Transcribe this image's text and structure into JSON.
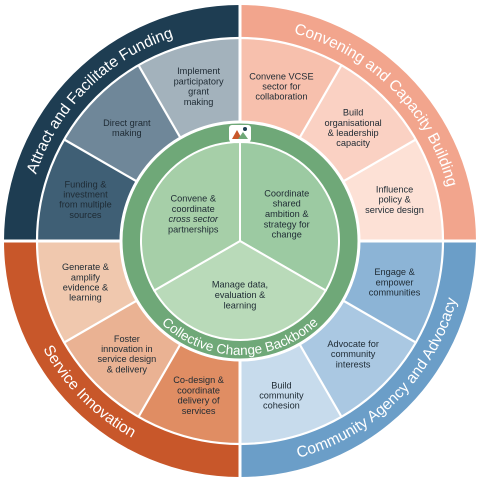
{
  "quadrants": [
    {
      "title": "Attract and Facilitate Funding",
      "color": "#1e3d52",
      "title_color": "#ffffff",
      "segments": [
        {
          "lines": [
            "Funding &",
            "investment",
            "from multiple",
            "sources"
          ],
          "color": "#3f5f75",
          "text_color": "#ffffff"
        },
        {
          "lines": [
            "Direct grant",
            "making"
          ],
          "color": "#6f8799",
          "text_color": "#1e2a33"
        },
        {
          "lines": [
            "Implement",
            "participatory",
            "grant",
            "making"
          ],
          "color": "#a3b2bc",
          "text_color": "#1e2a33"
        }
      ]
    },
    {
      "title": "Convening and Capacity Building",
      "color": "#f2a58d",
      "title_color": "#ffffff",
      "segments": [
        {
          "lines": [
            "Convene VCSE",
            "sector for",
            "collaboration"
          ],
          "color": "#f7c0ad",
          "text_color": "#1e2a33"
        },
        {
          "lines": [
            "Build",
            "organisational",
            "& leadership",
            "capacity"
          ],
          "color": "#fad1c3",
          "text_color": "#1e2a33"
        },
        {
          "lines": [
            "Influence",
            "policy &",
            "service design"
          ],
          "color": "#fde1d6",
          "text_color": "#1e2a33"
        }
      ]
    },
    {
      "title": "Community Agency and Advocacy",
      "color": "#6b9ec8",
      "title_color": "#ffffff",
      "segments": [
        {
          "lines": [
            "Engage &",
            "empower",
            "communities"
          ],
          "color": "#8cb4d6",
          "text_color": "#1e2a33"
        },
        {
          "lines": [
            "Advocate for",
            "community",
            "interests"
          ],
          "color": "#aac8e2",
          "text_color": "#1e2a33"
        },
        {
          "lines": [
            "Build",
            "community",
            "cohesion"
          ],
          "color": "#c7dbec",
          "text_color": "#1e2a33"
        }
      ]
    },
    {
      "title": "Service Innovation",
      "color": "#c8572a",
      "title_color": "#ffffff",
      "segments": [
        {
          "lines": [
            "Co-design &",
            "coordinate",
            "delivery of",
            "services"
          ],
          "color": "#e08d63",
          "text_color": "#1e2a33"
        },
        {
          "lines": [
            "Foster",
            "innovation in",
            "service design",
            "& delivery"
          ],
          "color": "#eab293",
          "text_color": "#1e2a33"
        },
        {
          "lines": [
            "Generate &",
            "amplify",
            "evidence &",
            "learning"
          ],
          "color": "#f0c8ae",
          "text_color": "#1e2a33"
        }
      ]
    }
  ],
  "core": {
    "title": "Collective Change Backbone",
    "ring_color": "#6fa878",
    "logo_icon": "hills-logo-icon",
    "segments": [
      {
        "lines": [
          "Coordinate",
          "shared",
          "ambition &",
          "strategy for",
          "change"
        ],
        "color": "#9ccaa2"
      },
      {
        "lines": [
          "Manage data,",
          "evaluation &",
          "learning"
        ],
        "color": "#b9dab9"
      },
      {
        "lines": [
          "Convene &",
          "coordinate",
          "cross sector",
          "partnerships"
        ],
        "italic_line": 2,
        "color": "#a6cfa8"
      }
    ]
  }
}
